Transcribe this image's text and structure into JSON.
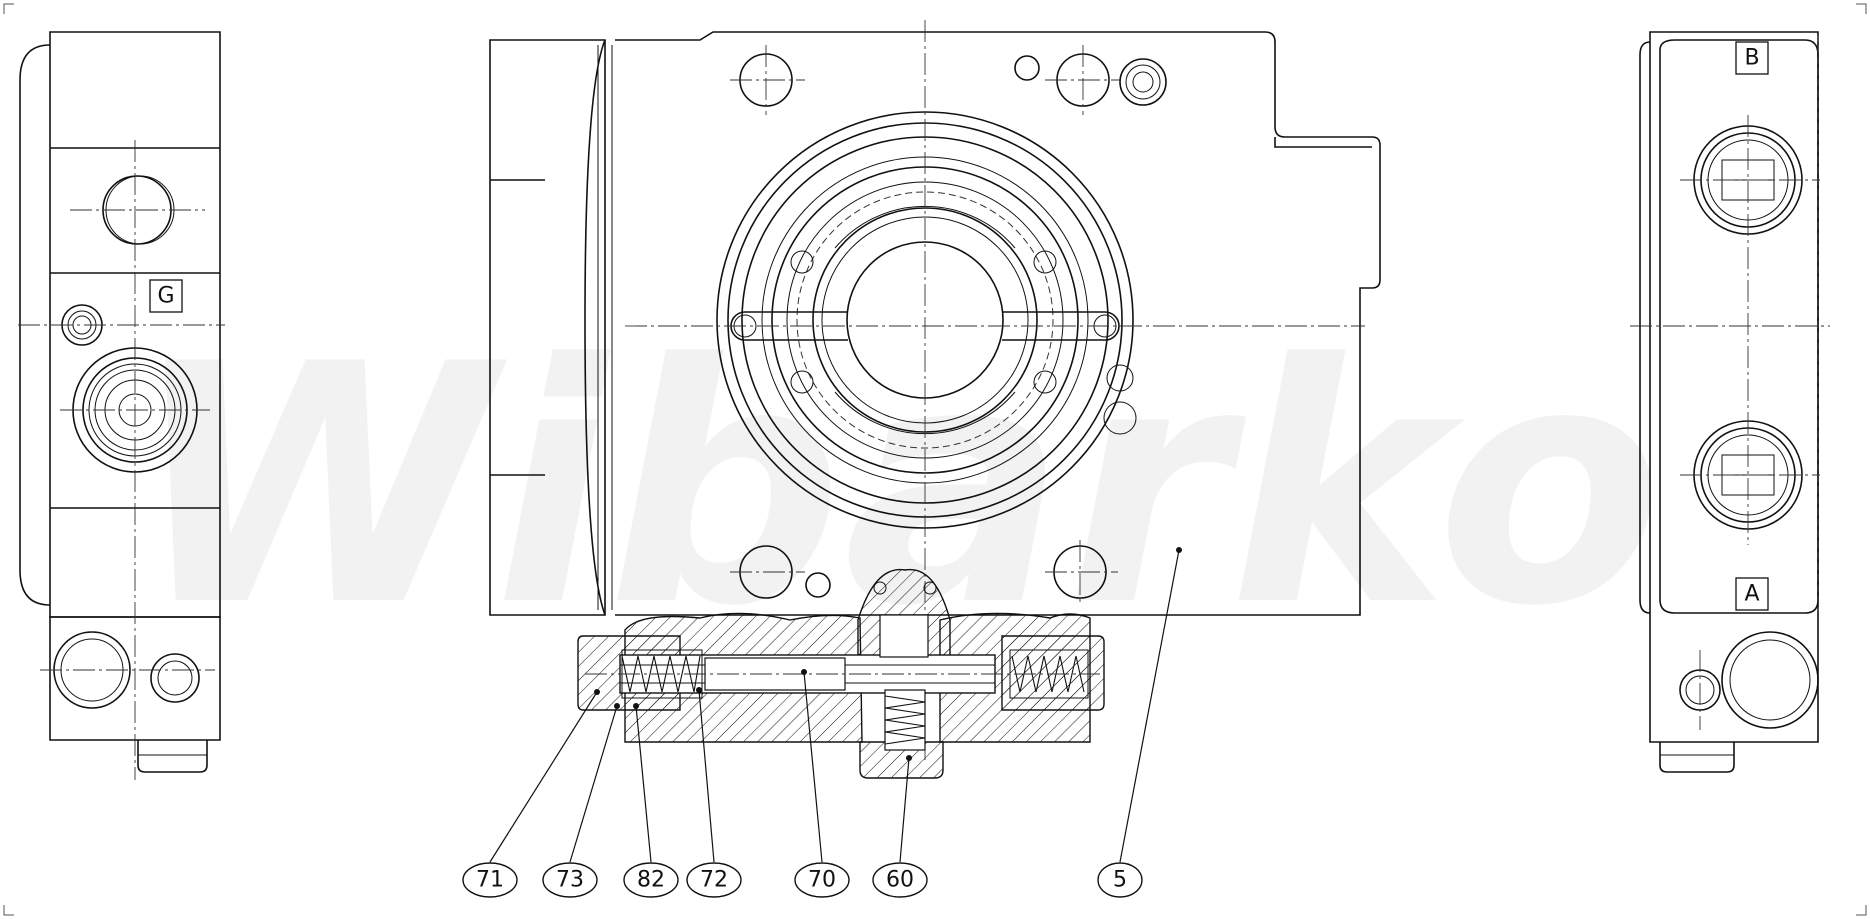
{
  "watermark": "Wibarko",
  "ports": [
    {
      "id": "G",
      "label": "G"
    },
    {
      "id": "B",
      "label": "B"
    },
    {
      "id": "A",
      "label": "A"
    }
  ],
  "callouts": [
    {
      "id": "71",
      "label": "71"
    },
    {
      "id": "73",
      "label": "73"
    },
    {
      "id": "82",
      "label": "82"
    },
    {
      "id": "72",
      "label": "72"
    },
    {
      "id": "70",
      "label": "70"
    },
    {
      "id": "60",
      "label": "60"
    },
    {
      "id": "5",
      "label": "5"
    }
  ]
}
